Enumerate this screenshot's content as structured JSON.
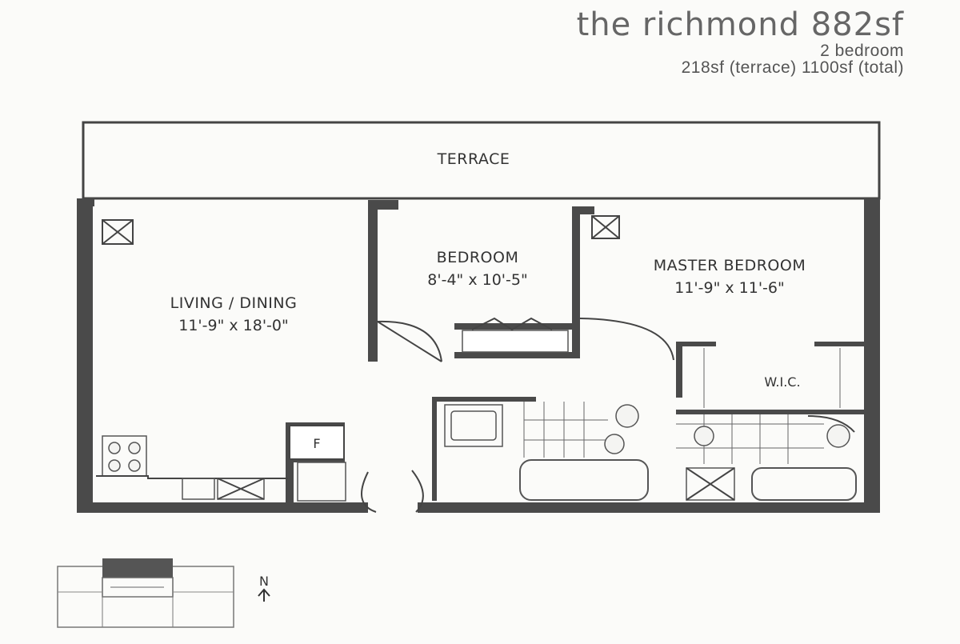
{
  "title": {
    "name": "the richmond 882sf",
    "bedrooms": "2 bedroom",
    "areas": "218sf (terrace)  1100sf (total)"
  },
  "rooms": {
    "terrace": {
      "label": "TERRACE"
    },
    "living": {
      "label": "LIVING / DINING",
      "dims": "11'-9\" x 18'-0\""
    },
    "bedroom": {
      "label": "BEDROOM",
      "dims": "8'-4\" x 10'-5\""
    },
    "master": {
      "label": "MASTER BEDROOM",
      "dims": "11'-9\" x 11'-6\""
    },
    "wic": {
      "label": "W.I.C."
    },
    "fridge": {
      "label": "F"
    }
  },
  "keyplan": {
    "north_label": "N"
  }
}
